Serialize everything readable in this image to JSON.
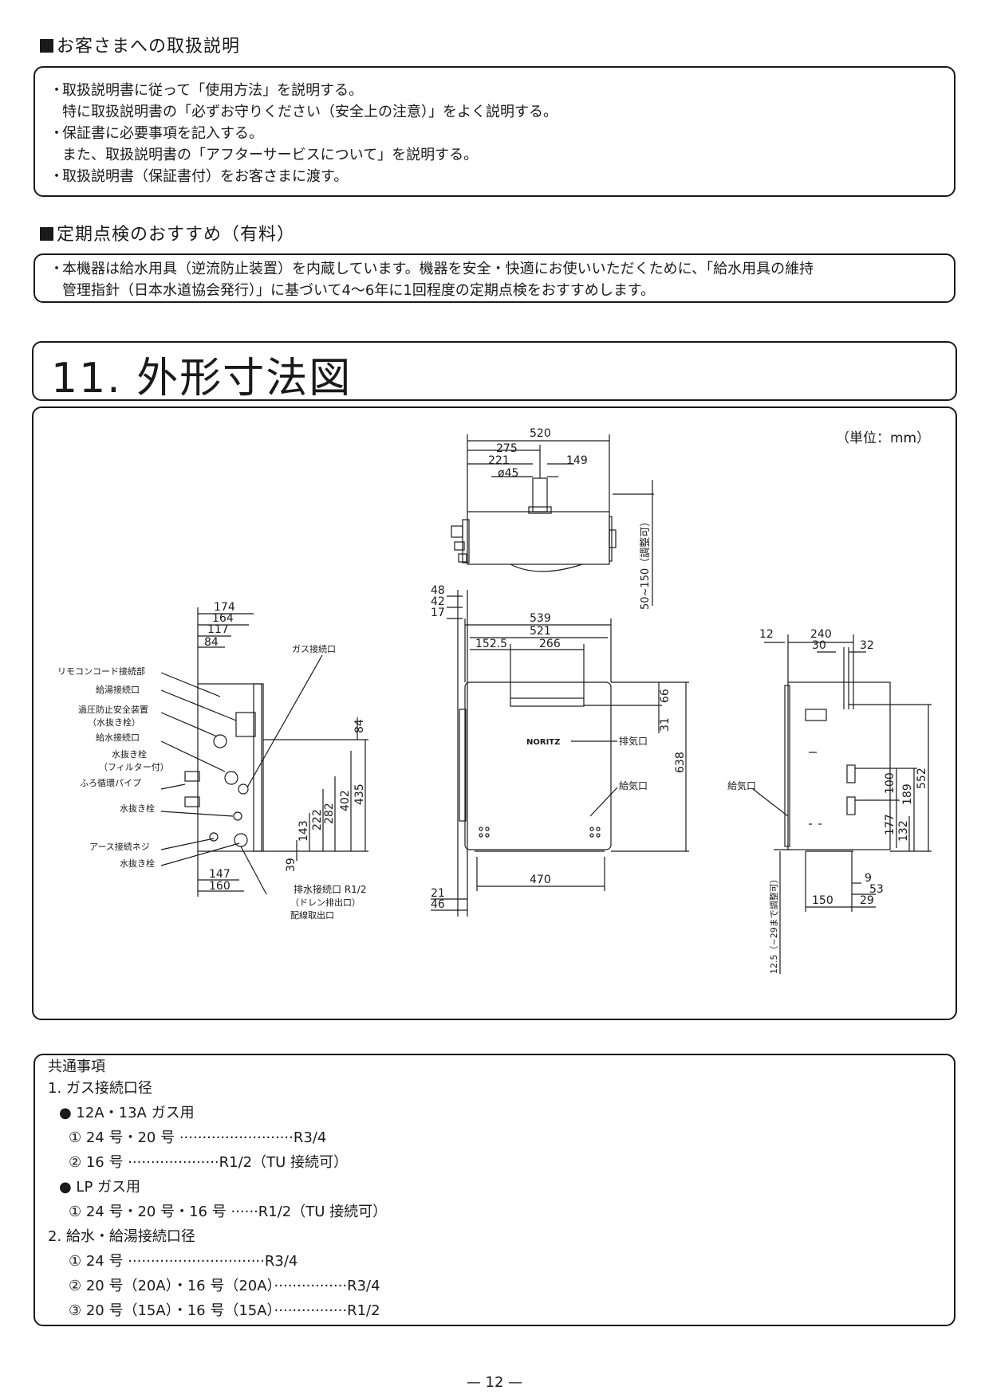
{
  "section1": {
    "heading": "お客さまへの取扱説明",
    "items": [
      {
        "bullet": "・",
        "line1": "取扱説明書に従って「使用方法」を説明する。",
        "line2": "特に取扱説明書の「必ずお守りください（安全上の注意）」をよく説明する。"
      },
      {
        "bullet": "・",
        "line1": "保証書に必要事項を記入する。",
        "line2": "また、取扱説明書の「アフターサービスについて」を説明する。"
      },
      {
        "bullet": "・",
        "line1": "取扱説明書（保証書付）をお客さまに渡す。",
        "line2": ""
      }
    ]
  },
  "section2": {
    "heading": "定期点検のおすすめ（有料）",
    "bullet": "・",
    "line1": "本機器は給水用具（逆流防止装置）を内蔵しています。機器を安全・快適にお使いいただくために、「給水用具の維持",
    "line2": "管理指針（日本水道協会発行）」に基づいて4〜6年に1回程度の定期点検をおすすめします。"
  },
  "chapter": {
    "title": "11. 外形寸法図"
  },
  "drawing": {
    "unit": "（単位：mm）",
    "brand": "NORITZ",
    "left_labels": [
      "リモコンコード接続部",
      "給湯接続口",
      "過圧防止安全装置",
      "（水抜き栓）",
      "給水接続口",
      "水抜き栓",
      "（フィルター付）",
      "ふろ循環パイプ",
      "水抜き栓",
      "アース接続ネジ",
      "水抜き栓"
    ],
    "gas_label": "ガス接続口",
    "bottom_labels": [
      "排水接続口 R1/2",
      "（ドレン排出口）",
      "配線取出口"
    ],
    "exhaust_label": "排気口",
    "intake_label": "給気口",
    "intake_label_right": "給気口",
    "dims_left_top": [
      "174",
      "164",
      "117",
      "84"
    ],
    "dims_left_side": [
      "84",
      "435",
      "402",
      "282",
      "222",
      "143",
      "39"
    ],
    "dims_left_bottom": [
      "147",
      "160"
    ],
    "dims_top": [
      "520",
      "275",
      "221",
      "149",
      "ø45"
    ],
    "dims_top_side": "50~150（調整可）",
    "dims_front_top": [
      "48",
      "42",
      "17",
      "539",
      "521",
      "152.5",
      "266"
    ],
    "dims_front_side": [
      "66",
      "31",
      "638"
    ],
    "dims_front_bottom": [
      "470",
      "21",
      "46"
    ],
    "dims_right_top": [
      "12",
      "240",
      "30",
      "32"
    ],
    "dims_right_side": [
      "552",
      "189",
      "100",
      "177",
      "132"
    ],
    "dims_right_bottom": [
      "9",
      "53",
      "150",
      "29"
    ],
    "dims_right_leg": "12.5（~29まで調整可）"
  },
  "notes": {
    "title": "共通事項",
    "lines": [
      "1. ガス接続口径",
      "● 12A・13A ガス用",
      "① 24 号・20 号 ·························R3/4",
      "② 16 号 ····················R1/2（TU 接続可）",
      "● LP ガス用",
      "① 24 号・20 号・16 号 ······R1/2（TU 接続可）",
      "2. 給水・給湯接続口径",
      "① 24 号 ······························R3/4",
      "② 20 号（20A）・16 号（20A）················R3/4",
      "③ 20 号（15A）・16 号（15A）················R1/2"
    ]
  },
  "page_number": "— 12 —"
}
